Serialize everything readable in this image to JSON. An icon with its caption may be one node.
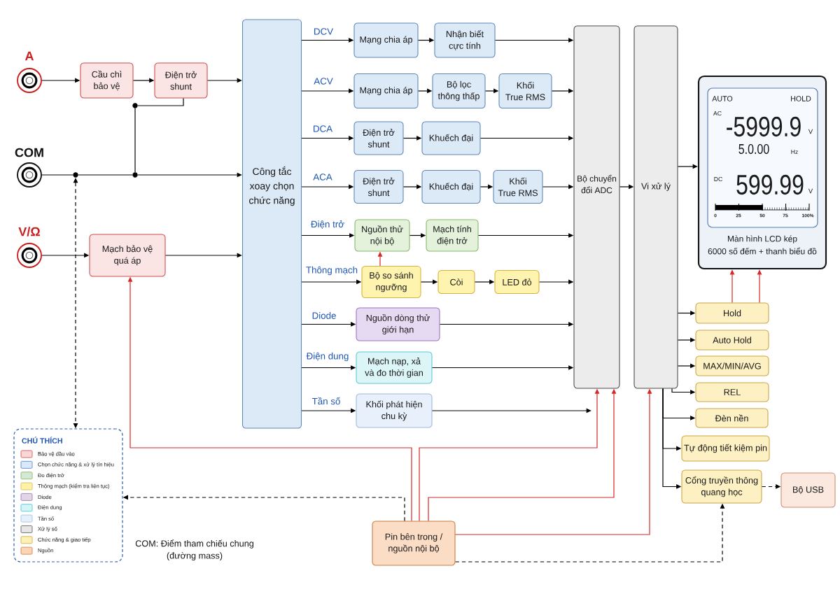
{
  "diagram": {
    "nodes": [
      {
        "text": [
          "A"
        ]
      },
      {
        "text": [
          "COM"
        ]
      },
      {
        "text": [
          "V/Ω"
        ]
      },
      {
        "text": [
          "Cầu chì bảo vệ"
        ]
      },
      {
        "text": [
          "Điện trở shunt"
        ]
      },
      {
        "text": [
          "Mạch bảo vệ quá áp"
        ]
      },
      {
        "text": [],
        "shape": "circle"
      },
      {
        "text": [],
        "shape": "circle"
      },
      {
        "text": [],
        "shape": "circle"
      },
      {
        "text": [
          "Công tắc xoay chọn chức năng"
        ]
      },
      {
        "text": [
          "Mạng chia áp"
        ]
      },
      {
        "text": [
          "Nhận biết cực tính"
        ]
      },
      {
        "text": [
          "Mạng chia áp"
        ]
      },
      {
        "text": [
          "Bộ lọc thông thấp"
        ]
      },
      {
        "text": [
          "Khối True RMS"
        ]
      },
      {
        "text": [
          "Điện trở shunt"
        ]
      },
      {
        "text": [
          "Khuếch đại"
        ]
      },
      {
        "text": [
          "Điện trở shunt"
        ]
      },
      {
        "text": [
          "Khuếch đại"
        ]
      },
      {
        "text": [
          "Khối True RMS"
        ]
      },
      {
        "text": [
          "Nguồn thử nội bộ"
        ]
      },
      {
        "text": [
          "Mạch tính điện trở"
        ]
      },
      {
        "text": [
          "Bộ so sánh ngưỡng"
        ]
      },
      {
        "text": [
          "Còi"
        ]
      },
      {
        "text": [
          "LED đỏ"
        ]
      },
      {
        "text": [
          "Nguồn dòng thử giới hạn"
        ]
      },
      {
        "text": [
          "Mạch nạp, xả và đo thời gian"
        ]
      },
      {
        "text": [
          "Khối phát hiện chu kỳ"
        ]
      },
      {
        "text": [
          "Bộ chuyển đổi ADC"
        ]
      },
      {
        "text": [
          "Vi xử lý"
        ]
      },
      {
        "text": [
          "Màn hình LCD kép 6000 số đếm + thanh biểu đồ"
        ]
      },
      {
        "text": [
          "AUTO",
          "HOLD",
          "AC",
          "-5999.9",
          "V",
          "5.0.00",
          "Hz",
          "DC",
          "599.99",
          "V",
          "0",
          "25",
          "50",
          "75",
          "100%"
        ],
        "in": 30
      },
      {
        "text": [
          "Hold"
        ]
      },
      {
        "text": [
          "Auto Hold"
        ]
      },
      {
        "text": [
          "MAX/MIN/AVG"
        ]
      },
      {
        "text": [
          "REL"
        ]
      },
      {
        "text": [
          "Đèn nền"
        ]
      },
      {
        "text": [
          "Tự động tiết kiệm pin"
        ]
      },
      {
        "text": [
          "Cổng truyền thông quang học"
        ]
      },
      {
        "text": [
          "Bộ USB"
        ]
      },
      {
        "text": [
          "CHÚ THÍCH"
        ]
      },
      {
        "text": [
          "Pin bên trong / nguồn nội bộ"
        ]
      }
    ],
    "edges": [
      {
        "from": 0,
        "to": 3,
        "arrow": "to"
      },
      {
        "from": 3,
        "to": 4,
        "arrow": "to"
      },
      {
        "from": 4,
        "to": 9,
        "arrow": "to"
      },
      {
        "from": 4,
        "to": 6,
        "arrow": "none"
      },
      {
        "from": 6,
        "to": 7,
        "arrow": "none"
      },
      {
        "from": 1,
        "to": 8,
        "arrow": "none"
      },
      {
        "from": 8,
        "to": 7,
        "arrow": "none"
      },
      {
        "from": 7,
        "to": 9,
        "arrow": "to"
      },
      {
        "from": 2,
        "to": 5,
        "arrow": "to"
      },
      {
        "from": 5,
        "to": 9,
        "arrow": "to"
      },
      {
        "from": 8,
        "to": 40,
        "arrow": "both",
        "style": "dashed"
      },
      {
        "from": 9,
        "to": 10,
        "arrow": "to",
        "label": "DCV"
      },
      {
        "from": 10,
        "to": 11,
        "arrow": "to"
      },
      {
        "from": 11,
        "to": 28,
        "arrow": "to"
      },
      {
        "from": 9,
        "to": 12,
        "arrow": "to",
        "label": "ACV"
      },
      {
        "from": 12,
        "to": 13,
        "arrow": "to"
      },
      {
        "from": 13,
        "to": 14,
        "arrow": "to"
      },
      {
        "from": 14,
        "to": 28,
        "arrow": "to"
      },
      {
        "from": 9,
        "to": 15,
        "arrow": "to",
        "label": "DCA"
      },
      {
        "from": 15,
        "to": 16,
        "arrow": "to"
      },
      {
        "from": 16,
        "to": 28,
        "arrow": "to"
      },
      {
        "from": 9,
        "to": 17,
        "arrow": "to",
        "label": "ACA"
      },
      {
        "from": 17,
        "to": 18,
        "arrow": "to"
      },
      {
        "from": 18,
        "to": 19,
        "arrow": "to"
      },
      {
        "from": 19,
        "to": 28,
        "arrow": "to"
      },
      {
        "from": 9,
        "to": 20,
        "arrow": "to",
        "label": "Điện trở"
      },
      {
        "from": 20,
        "to": 21,
        "arrow": "to"
      },
      {
        "from": 21,
        "to": 28,
        "arrow": "to"
      },
      {
        "from": 9,
        "to": 22,
        "arrow": "to",
        "label": "Thông mạch"
      },
      {
        "from": 22,
        "to": 23,
        "arrow": "to"
      },
      {
        "from": 23,
        "to": 24,
        "arrow": "to"
      },
      {
        "from": 24,
        "to": 28,
        "arrow": "to"
      },
      {
        "from": 22,
        "to": 20,
        "arrow": "to",
        "color": "#d62828"
      },
      {
        "from": 9,
        "to": 25,
        "arrow": "to",
        "label": "Diode"
      },
      {
        "from": 25,
        "to": 28,
        "arrow": "to"
      },
      {
        "from": 9,
        "to": 26,
        "arrow": "to",
        "label": "Điện dung"
      },
      {
        "from": 26,
        "to": 28,
        "arrow": "to"
      },
      {
        "from": 9,
        "to": 27,
        "arrow": "to",
        "label": "Tần số"
      },
      {
        "from": 27,
        "to": null,
        "arrow": "to"
      },
      {
        "from": 28,
        "to": 29,
        "arrow": "to"
      },
      {
        "from": 29,
        "to": 30,
        "arrow": "to"
      },
      {
        "from": 32,
        "to": 30,
        "arrow": "to",
        "color": "#d62828"
      },
      {
        "from": 32,
        "to": 30,
        "arrow": "to",
        "color": "#d62828"
      },
      {
        "from": 29,
        "to": 32,
        "arrow": "to"
      },
      {
        "from": 29,
        "to": 33,
        "arrow": "to"
      },
      {
        "from": 29,
        "to": 34,
        "arrow": "to"
      },
      {
        "from": 29,
        "to": 35,
        "arrow": "to"
      },
      {
        "from": 29,
        "to": 36,
        "arrow": "to"
      },
      {
        "from": 29,
        "to": 37,
        "arrow": "to"
      },
      {
        "from": 29,
        "to": 38,
        "arrow": "to"
      },
      {
        "from": 38,
        "to": 39,
        "arrow": "to",
        "style": "dashed"
      },
      {
        "from": 41,
        "to": 5,
        "arrow": "to",
        "color": "#d62828"
      },
      {
        "from": 41,
        "to": 28,
        "arrow": "to",
        "color": "#d62828"
      },
      {
        "from": 41,
        "to": 28,
        "arrow": "to",
        "color": "#d62828"
      },
      {
        "from": 41,
        "to": 29,
        "arrow": "to",
        "color": "#d62828"
      },
      {
        "from": 41,
        "to": 40,
        "arrow": "to",
        "style": "dashed"
      },
      {
        "from": 41,
        "to": 38,
        "arrow": "to",
        "style": "dashed"
      }
    ],
    "labels": [
      "COM: Điểm tham chiếu chung (đường mass)"
    ],
    "legend": [
      {
        "text": "Bảo vệ đầu vào",
        "color": "#f8d7d7"
      },
      {
        "text": "Chọn chức năng & xử lý tín hiệu",
        "color": "#dae8fc"
      },
      {
        "text": "Đo điện trở",
        "color": "#d5e8d4"
      },
      {
        "text": "Thông mạch (kiểm tra liên tục)",
        "color": "#fff2a8"
      },
      {
        "text": "Diode",
        "color": "#e1d5e7"
      },
      {
        "text": "Điện dung",
        "color": "#d4f5f7"
      },
      {
        "text": "Tần số",
        "color": "#e6f0fb"
      },
      {
        "text": "Xử lý số",
        "color": "#e6e6e6"
      },
      {
        "text": "Chức năng & giao tiếp",
        "color": "#fff0b3"
      },
      {
        "text": "Nguồn",
        "color": "#fbd5b5"
      }
    ]
  }
}
